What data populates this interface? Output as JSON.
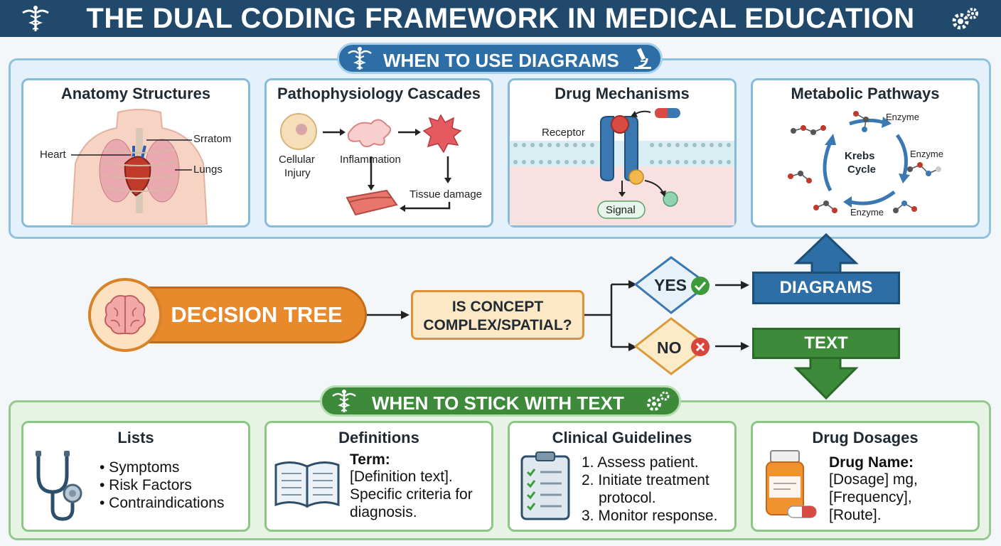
{
  "header": {
    "title": "THE DUAL CODING FRAMEWORK IN MEDICAL EDUCATION"
  },
  "diagrams_section": {
    "title": "WHEN TO USE DIAGRAMS",
    "cards": {
      "anatomy": {
        "title": "Anatomy Structures",
        "labels": [
          "Heart",
          "Srratom",
          "Lungs"
        ]
      },
      "patho": {
        "title": "Pathophysiology Cascades",
        "labels": [
          "Cellular",
          "Injury",
          "Inflammation",
          "Tissue damage"
        ]
      },
      "drug": {
        "title": "Drug Mechanisms",
        "labels": [
          "Receptor",
          "Signal"
        ]
      },
      "metabolic": {
        "title": "Metabolic Pathways",
        "center": [
          "Krebs",
          "Cycle"
        ],
        "labels": [
          "Enzyme",
          "Enzyme",
          "Enzyme"
        ]
      }
    }
  },
  "decision": {
    "title": "DECISION TREE",
    "question": [
      "IS CONCEPT",
      "COMPLEX/SPATIAL?"
    ],
    "yes": "YES",
    "no": "NO",
    "diagrams_label": "DIAGRAMS",
    "text_label": "TEXT"
  },
  "text_section": {
    "title": "WHEN TO STICK WITH TEXT",
    "cards": {
      "lists": {
        "title": "Lists",
        "items": [
          "• Symptoms",
          "• Risk Factors",
          "• Contraindications"
        ]
      },
      "definitions": {
        "title": "Definitions",
        "term": "Term:",
        "lines": [
          "[Definition text].",
          "Specific criteria for",
          "diagnosis."
        ]
      },
      "guidelines": {
        "title": "Clinical Guidelines",
        "lines": [
          "1. Assess patient.",
          "2. Initiate treatment",
          "protocol.",
          "3. Monitor response."
        ]
      },
      "dosages": {
        "title": "Drug Dosages",
        "name": "Drug Name:",
        "lines": [
          "[Dosage] mg,",
          "[Frequency],",
          "[Route]."
        ]
      }
    }
  },
  "colors": {
    "header": "#21496b",
    "diagrams": "#2c6ea5",
    "text": "#3d8a3a",
    "decision": "#e8892b"
  },
  "icons": [
    "caduceus-icon",
    "gears-icon",
    "microscope-icon",
    "brain-icon",
    "check-icon",
    "x-icon",
    "stethoscope-icon",
    "book-icon",
    "clipboard-icon",
    "pill-bottle-icon"
  ]
}
